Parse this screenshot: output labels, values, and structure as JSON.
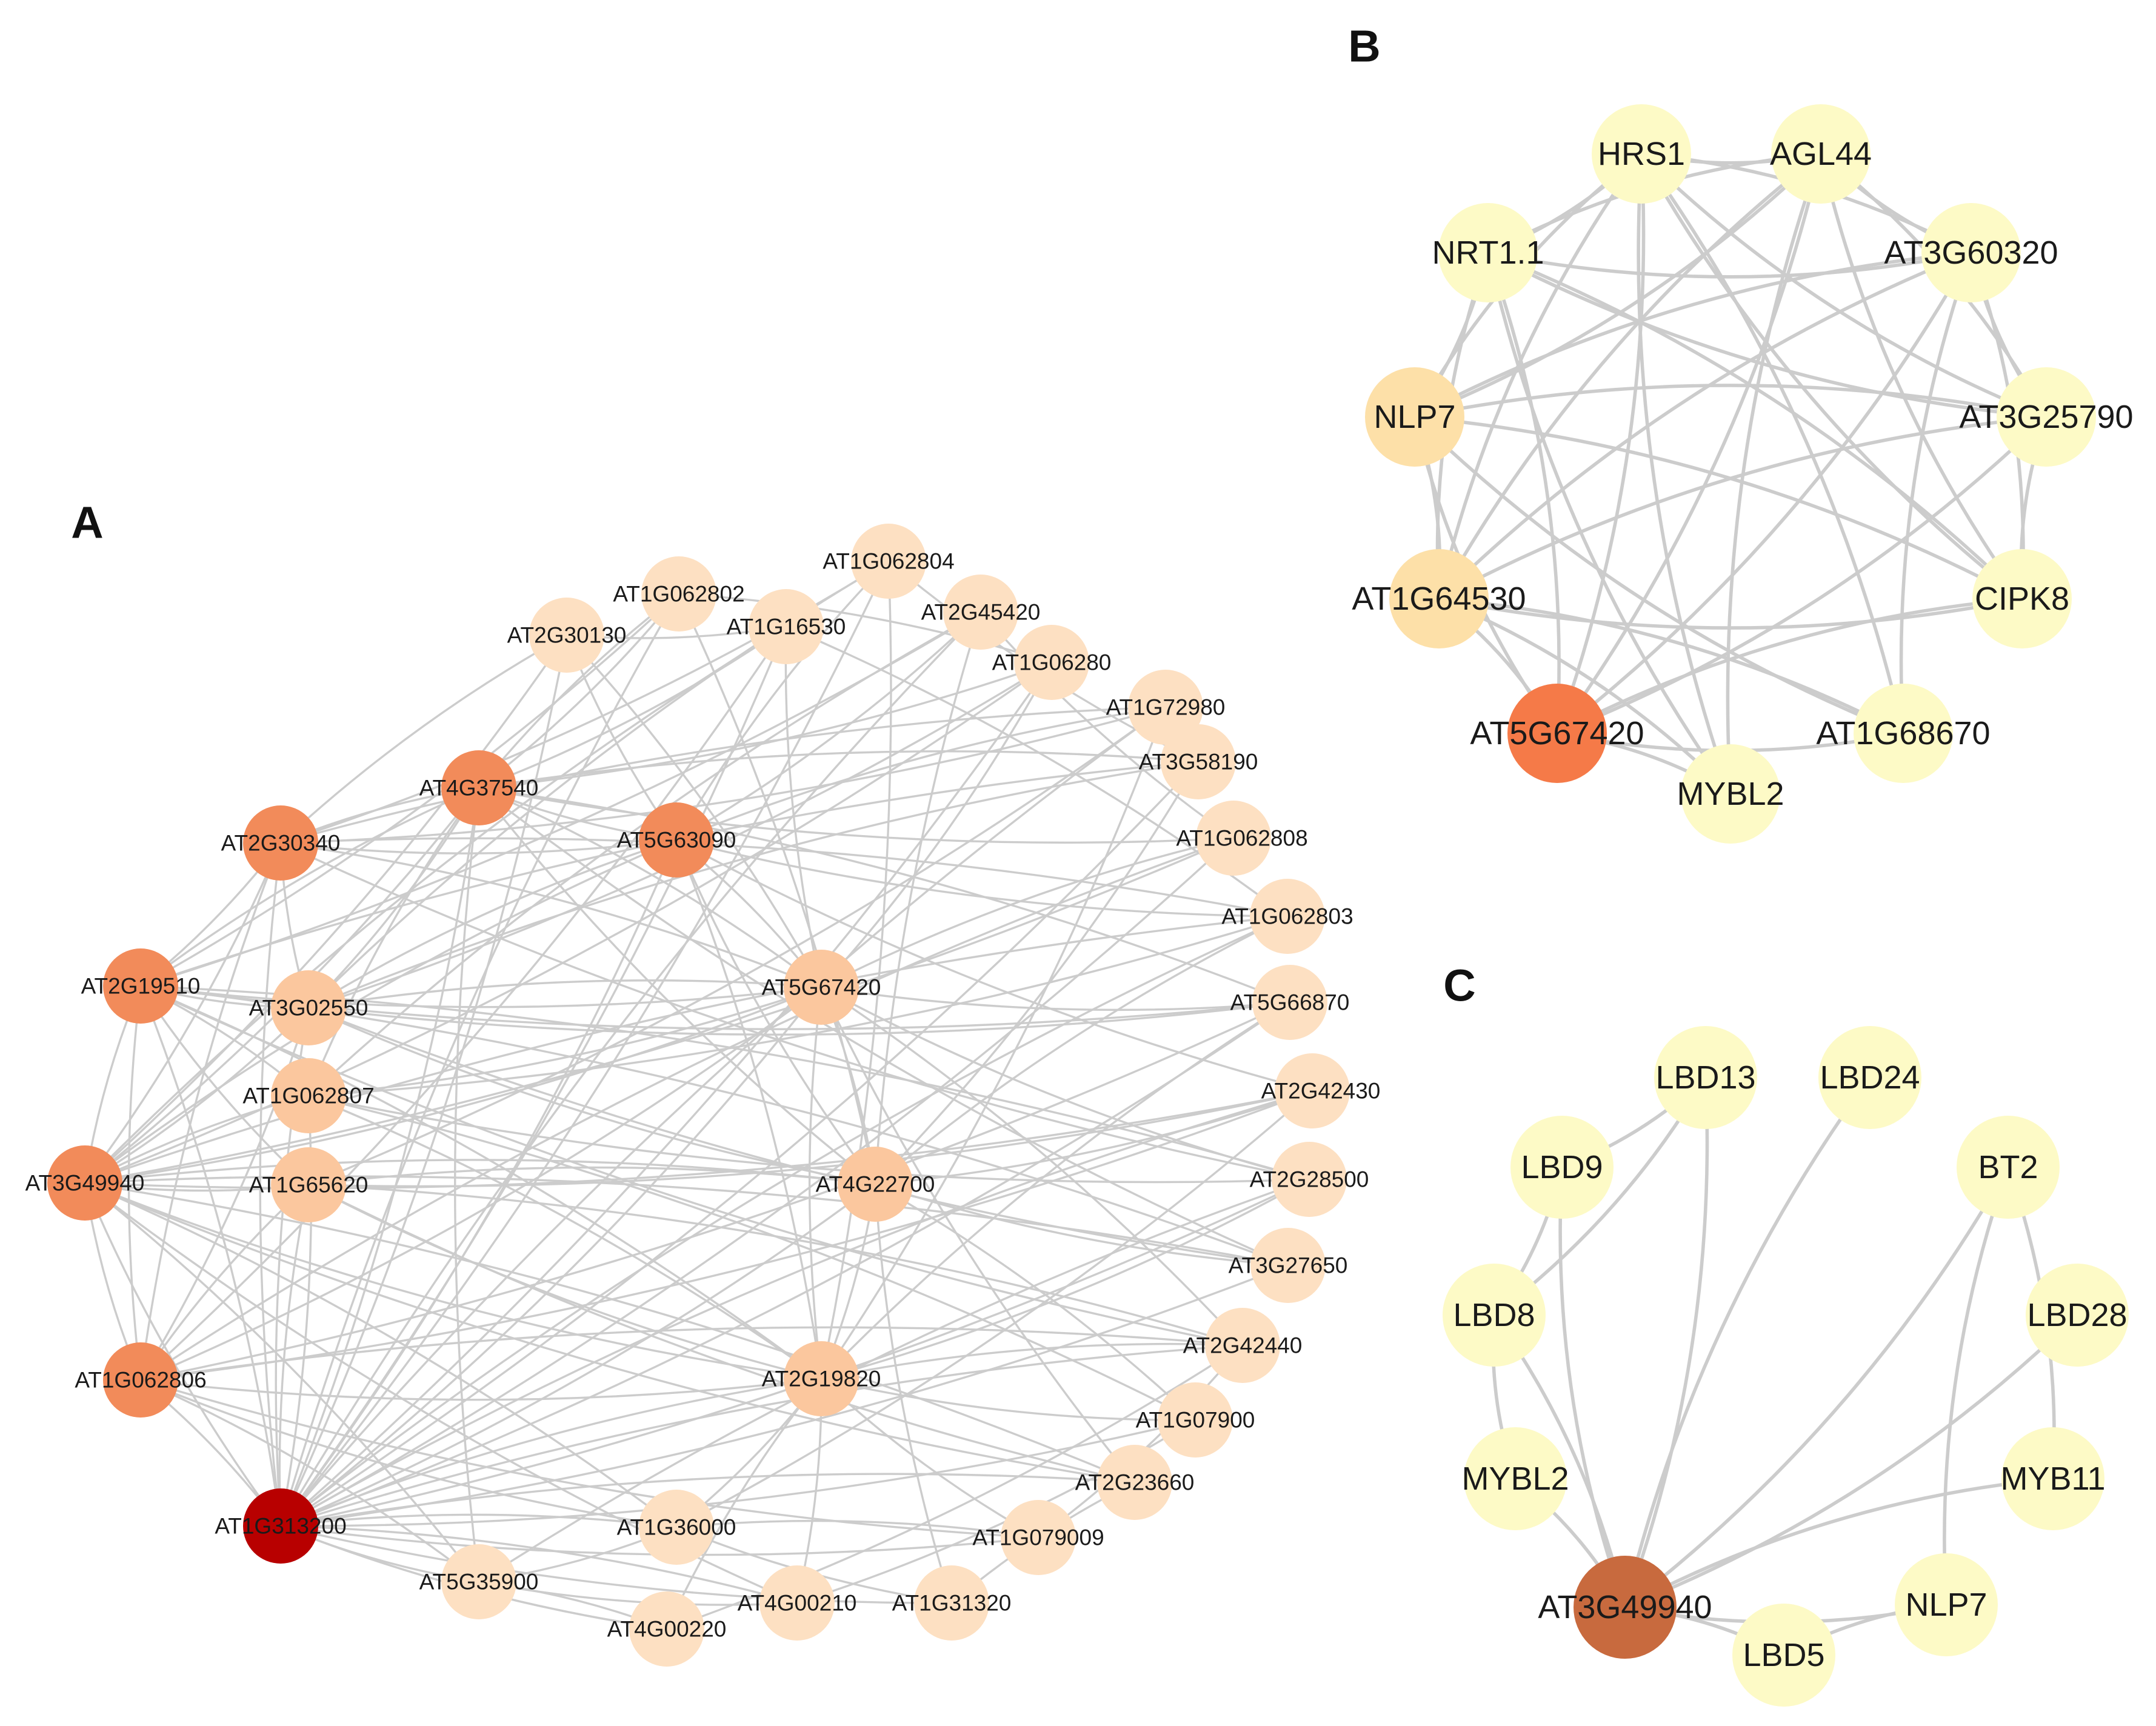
{
  "panels": [
    {
      "id": "a",
      "letter": "A",
      "palette": {
        "0": "#fde0c2",
        "1": "#fbc79e",
        "2": "#f28b5a",
        "3": "#b80000"
      },
      "nodes": [
        {
          "label": "AT2G30130",
          "level": 0
        },
        {
          "label": "AT1G062802",
          "level": 0
        },
        {
          "label": "AT1G062804",
          "level": 0
        },
        {
          "label": "AT1G16530",
          "level": 0
        },
        {
          "label": "AT2G45420",
          "level": 0
        },
        {
          "label": "AT1G06280",
          "level": 0
        },
        {
          "label": "AT1G72980",
          "level": 0
        },
        {
          "label": "AT3G58190",
          "level": 0
        },
        {
          "label": "AT1G062808",
          "level": 0
        },
        {
          "label": "AT1G062803",
          "level": 0
        },
        {
          "label": "AT5G66870",
          "level": 0
        },
        {
          "label": "AT2G42430",
          "level": 0
        },
        {
          "label": "AT2G28500",
          "level": 0
        },
        {
          "label": "AT3G27650",
          "level": 0
        },
        {
          "label": "AT2G42440",
          "level": 0
        },
        {
          "label": "AT1G07900",
          "level": 0
        },
        {
          "label": "AT2G23660",
          "level": 0
        },
        {
          "label": "AT1G079009",
          "level": 0
        },
        {
          "label": "AT1G31320",
          "level": 0
        },
        {
          "label": "AT4G00210",
          "level": 0
        },
        {
          "label": "AT4G00220",
          "level": 0
        },
        {
          "label": "AT1G36000",
          "level": 0
        },
        {
          "label": "AT5G35900",
          "level": 0
        },
        {
          "label": "AT1G313200",
          "level": 3
        },
        {
          "label": "AT1G062806",
          "level": 2
        },
        {
          "label": "AT3G49940",
          "level": 2
        },
        {
          "label": "AT2G19510",
          "level": 2
        },
        {
          "label": "AT2G30340",
          "level": 2
        },
        {
          "label": "AT4G37540",
          "level": 2
        },
        {
          "label": "AT5G63090",
          "level": 2
        },
        {
          "label": "AT3G02550",
          "level": 1
        },
        {
          "label": "AT1G062807",
          "level": 1
        },
        {
          "label": "AT1G65620",
          "level": 1
        },
        {
          "label": "AT5G67420",
          "level": 1
        },
        {
          "label": "AT4G22700",
          "level": 1
        },
        {
          "label": "AT2G19820",
          "level": 1
        }
      ],
      "edges": [
        [
          23,
          0
        ],
        [
          23,
          1
        ],
        [
          23,
          2
        ],
        [
          23,
          3
        ],
        [
          23,
          4
        ],
        [
          23,
          5
        ],
        [
          23,
          6
        ],
        [
          23,
          7
        ],
        [
          23,
          8
        ],
        [
          23,
          9
        ],
        [
          23,
          10
        ],
        [
          23,
          11
        ],
        [
          23,
          12
        ],
        [
          23,
          13
        ],
        [
          23,
          14
        ],
        [
          23,
          15
        ],
        [
          23,
          16
        ],
        [
          23,
          17
        ],
        [
          23,
          18
        ],
        [
          23,
          19
        ],
        [
          23,
          20
        ],
        [
          23,
          21
        ],
        [
          23,
          22
        ],
        [
          23,
          24
        ],
        [
          23,
          25
        ],
        [
          23,
          26
        ],
        [
          23,
          27
        ],
        [
          23,
          28
        ],
        [
          23,
          29
        ],
        [
          23,
          30
        ],
        [
          23,
          31
        ],
        [
          23,
          32
        ],
        [
          23,
          33
        ],
        [
          23,
          34
        ],
        [
          23,
          35
        ],
        [
          25,
          0
        ],
        [
          25,
          3
        ],
        [
          25,
          5
        ],
        [
          25,
          8
        ],
        [
          25,
          9
        ],
        [
          25,
          11
        ],
        [
          25,
          13
        ],
        [
          25,
          16
        ],
        [
          25,
          19
        ],
        [
          25,
          21
        ],
        [
          25,
          24
        ],
        [
          25,
          26
        ],
        [
          25,
          27
        ],
        [
          25,
          28
        ],
        [
          25,
          29
        ],
        [
          25,
          30
        ],
        [
          25,
          31
        ],
        [
          25,
          32
        ],
        [
          25,
          33
        ],
        [
          25,
          34
        ],
        [
          25,
          35
        ],
        [
          25,
          22
        ],
        [
          26,
          1
        ],
        [
          26,
          4
        ],
        [
          26,
          7
        ],
        [
          26,
          10
        ],
        [
          26,
          12
        ],
        [
          26,
          14
        ],
        [
          26,
          27
        ],
        [
          26,
          28
        ],
        [
          26,
          30
        ],
        [
          26,
          31
        ],
        [
          26,
          32
        ],
        [
          26,
          33
        ],
        [
          26,
          35
        ],
        [
          26,
          24
        ],
        [
          27,
          0
        ],
        [
          27,
          2
        ],
        [
          27,
          6
        ],
        [
          27,
          9
        ],
        [
          27,
          12
        ],
        [
          27,
          28
        ],
        [
          27,
          29
        ],
        [
          27,
          30
        ],
        [
          27,
          33
        ],
        [
          27,
          24
        ],
        [
          28,
          1
        ],
        [
          28,
          3
        ],
        [
          28,
          5
        ],
        [
          28,
          7
        ],
        [
          28,
          8
        ],
        [
          28,
          10
        ],
        [
          28,
          13
        ],
        [
          28,
          29
        ],
        [
          28,
          30
        ],
        [
          28,
          31
        ],
        [
          28,
          33
        ],
        [
          28,
          34
        ],
        [
          28,
          22
        ],
        [
          29,
          2
        ],
        [
          29,
          4
        ],
        [
          29,
          6
        ],
        [
          29,
          9
        ],
        [
          29,
          11
        ],
        [
          29,
          33
        ],
        [
          29,
          34
        ],
        [
          29,
          35
        ],
        [
          29,
          30
        ],
        [
          24,
          3
        ],
        [
          24,
          8
        ],
        [
          24,
          11
        ],
        [
          24,
          14
        ],
        [
          24,
          17
        ],
        [
          24,
          21
        ],
        [
          24,
          22
        ],
        [
          24,
          30
        ],
        [
          24,
          32
        ],
        [
          24,
          33
        ],
        [
          24,
          35
        ],
        [
          30,
          2
        ],
        [
          30,
          5
        ],
        [
          30,
          7
        ],
        [
          30,
          10
        ],
        [
          30,
          13
        ],
        [
          30,
          33
        ],
        [
          30,
          34
        ],
        [
          31,
          4
        ],
        [
          31,
          9
        ],
        [
          31,
          12
        ],
        [
          31,
          15
        ],
        [
          31,
          33
        ],
        [
          31,
          35
        ],
        [
          32,
          6
        ],
        [
          32,
          11
        ],
        [
          32,
          14
        ],
        [
          32,
          16
        ],
        [
          32,
          34
        ],
        [
          32,
          35
        ],
        [
          33,
          0
        ],
        [
          33,
          3
        ],
        [
          33,
          5
        ],
        [
          33,
          8
        ],
        [
          33,
          10
        ],
        [
          33,
          12
        ],
        [
          33,
          14
        ],
        [
          33,
          16
        ],
        [
          33,
          34
        ],
        [
          33,
          35
        ],
        [
          34,
          1
        ],
        [
          34,
          4
        ],
        [
          34,
          7
        ],
        [
          34,
          9
        ],
        [
          34,
          11
        ],
        [
          34,
          13
        ],
        [
          34,
          15
        ],
        [
          34,
          18
        ],
        [
          34,
          35
        ],
        [
          35,
          2
        ],
        [
          35,
          6
        ],
        [
          35,
          10
        ],
        [
          35,
          12
        ],
        [
          35,
          14
        ],
        [
          35,
          15
        ],
        [
          35,
          17
        ],
        [
          35,
          19
        ],
        [
          35,
          20
        ],
        [
          35,
          21
        ],
        [
          22,
          21
        ],
        [
          22,
          19
        ],
        [
          22,
          20
        ],
        [
          21,
          18
        ],
        [
          21,
          17
        ],
        [
          19,
          15
        ],
        [
          20,
          14
        ],
        [
          18,
          16
        ],
        [
          17,
          14
        ],
        [
          22,
          12
        ],
        [
          21,
          11
        ],
        [
          0,
          3
        ],
        [
          1,
          5
        ],
        [
          2,
          7
        ],
        [
          3,
          9
        ],
        [
          4,
          8
        ],
        [
          0,
          29
        ],
        [
          1,
          28
        ],
        [
          6,
          27
        ],
        [
          10,
          24
        ],
        [
          13,
          26
        ],
        [
          16,
          25
        ],
        [
          20,
          23
        ]
      ]
    },
    {
      "id": "b",
      "letter": "B",
      "palette": {
        "0": "#fdfac6",
        "1": "#fde0a8",
        "2": "#f57a48"
      },
      "nodes": [
        {
          "label": "HRS1",
          "level": 0
        },
        {
          "label": "AGL44",
          "level": 0
        },
        {
          "label": "AT3G60320",
          "level": 0
        },
        {
          "label": "AT3G25790",
          "level": 0
        },
        {
          "label": "CIPK8",
          "level": 0
        },
        {
          "label": "AT1G68670",
          "level": 0
        },
        {
          "label": "MYBL2",
          "level": 0
        },
        {
          "label": "AT5G67420",
          "level": 2
        },
        {
          "label": "AT1G64530",
          "level": 1
        },
        {
          "label": "NLP7",
          "level": 1
        },
        {
          "label": "NRT1.1",
          "level": 0
        }
      ],
      "edges": [
        [
          0,
          1
        ],
        [
          0,
          2
        ],
        [
          0,
          3
        ],
        [
          0,
          4
        ],
        [
          0,
          5
        ],
        [
          0,
          6
        ],
        [
          0,
          7
        ],
        [
          0,
          8
        ],
        [
          0,
          9
        ],
        [
          0,
          10
        ],
        [
          1,
          2
        ],
        [
          1,
          3
        ],
        [
          1,
          4
        ],
        [
          1,
          6
        ],
        [
          1,
          7
        ],
        [
          1,
          8
        ],
        [
          1,
          9
        ],
        [
          1,
          10
        ],
        [
          2,
          3
        ],
        [
          2,
          4
        ],
        [
          2,
          5
        ],
        [
          2,
          7
        ],
        [
          2,
          8
        ],
        [
          2,
          9
        ],
        [
          2,
          10
        ],
        [
          3,
          4
        ],
        [
          3,
          7
        ],
        [
          3,
          8
        ],
        [
          3,
          9
        ],
        [
          3,
          10
        ],
        [
          4,
          7
        ],
        [
          4,
          8
        ],
        [
          4,
          9
        ],
        [
          4,
          10
        ],
        [
          5,
          7
        ],
        [
          5,
          8
        ],
        [
          5,
          9
        ],
        [
          6,
          7
        ],
        [
          6,
          8
        ],
        [
          6,
          10
        ],
        [
          7,
          8
        ],
        [
          7,
          9
        ],
        [
          7,
          10
        ],
        [
          8,
          9
        ],
        [
          8,
          10
        ],
        [
          9,
          10
        ]
      ]
    },
    {
      "id": "c",
      "letter": "C",
      "palette": {
        "0": "#fdfac6",
        "2": "#c86a3e"
      },
      "nodes": [
        {
          "label": "LBD13",
          "level": 0
        },
        {
          "label": "LBD24",
          "level": 0
        },
        {
          "label": "BT2",
          "level": 0
        },
        {
          "label": "LBD28",
          "level": 0
        },
        {
          "label": "MYB11",
          "level": 0
        },
        {
          "label": "NLP7",
          "level": 0
        },
        {
          "label": "LBD5",
          "level": 0
        },
        {
          "label": "AT3G49940",
          "level": 2
        },
        {
          "label": "MYBL2",
          "level": 0
        },
        {
          "label": "LBD8",
          "level": 0
        },
        {
          "label": "LBD9",
          "level": 0
        }
      ],
      "edges": [
        [
          7,
          0
        ],
        [
          7,
          1
        ],
        [
          7,
          2
        ],
        [
          7,
          3
        ],
        [
          7,
          4
        ],
        [
          7,
          5
        ],
        [
          7,
          6
        ],
        [
          7,
          8
        ],
        [
          7,
          9
        ],
        [
          7,
          10
        ],
        [
          10,
          0
        ],
        [
          10,
          9
        ],
        [
          9,
          8
        ],
        [
          2,
          5
        ],
        [
          2,
          4
        ],
        [
          5,
          6
        ],
        [
          0,
          9
        ]
      ]
    }
  ]
}
